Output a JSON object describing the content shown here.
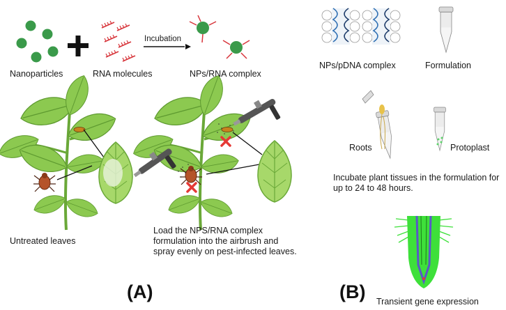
{
  "panel_a": {
    "nanoparticles_label": "Nanoparticles",
    "rna_label": "RNA molecules",
    "incubation_label": "Incubation",
    "complex_label": "NPs/RNA complex",
    "untreated_label": "Untreated leaves",
    "spray_instruction": "Load the NPS/RNA complex formulation into the airbrush and spray evenly on pest-infected leaves.",
    "panel_label": "(A)"
  },
  "panel_b": {
    "pdna_label": "NPs/pDNA complex",
    "formulation_label": "Formulation",
    "roots_label": "Roots",
    "protoplast_label": "Protoplast",
    "incubate_instruction": "Incubate plant tissues in the formulation for up to 24 to 48 hours.",
    "expression_label": "Transient gene expression",
    "panel_label": "(B)"
  },
  "colors": {
    "nanoparticle": "#3a9a4a",
    "rna": "#d7343a",
    "leaf": "#8cc950",
    "leaf_dark": "#6aa838",
    "root_green": "#3ee03a",
    "mark_x": "#e53935"
  }
}
